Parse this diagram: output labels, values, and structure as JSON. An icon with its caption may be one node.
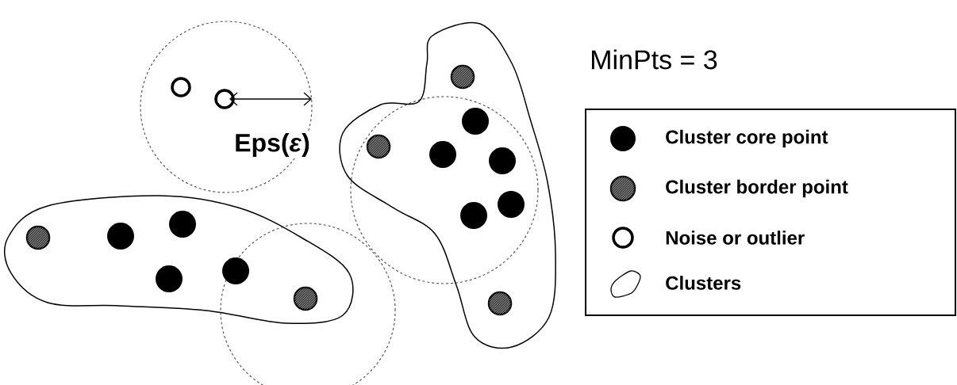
{
  "diagram": {
    "labels": [
      "MinPts = 3",
      "Eps(*ε*)"
    ],
    "legend": [
      {
        "text": "Cluster core point"
      },
      {
        "text": "Cluster border point"
      },
      {
        "text": "Noise or outlier"
      },
      {
        "text": "Clusters"
      }
    ]
  }
}
